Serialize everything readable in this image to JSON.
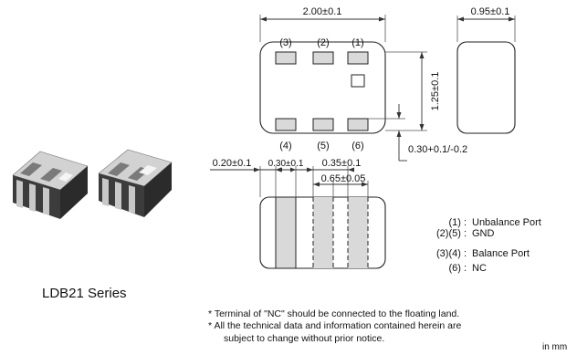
{
  "series_label": "LDB21 Series",
  "dimensions": {
    "length": "2.00±0.1",
    "height": "0.95±0.1",
    "width": "1.25±0.1",
    "terminal_height": "0.30+0.1/-0.2",
    "edge_margin": "0.20±0.1",
    "terminal_width": "0.30±0.1",
    "terminal_pitch": "0.35±0.1",
    "terminal_span": "0.65±0.05"
  },
  "pin_numbers_top": [
    "(3)",
    "(2)",
    "(1)"
  ],
  "pin_numbers_bottom": [
    "(4)",
    "(5)",
    "(6)"
  ],
  "pin_legend": [
    {
      "pins": "(1) :",
      "function": "Unbalance Port"
    },
    {
      "pins": "(2)(5) :",
      "function": "GND"
    },
    {
      "pins": "(3)(4) :",
      "function": "Balance Port"
    },
    {
      "pins": "(6) :",
      "function": "NC"
    }
  ],
  "notes": [
    "Terminal of \"NC\" should be connected to the floating land.",
    "All the technical data and information contained herein are",
    "subject to change without prior notice."
  ],
  "note_marker": "*",
  "unit": "in mm",
  "colors": {
    "pad": "#d9d9d9",
    "chip_body": "#3a3a3a",
    "chip_terminal": "#c8c8c8"
  }
}
